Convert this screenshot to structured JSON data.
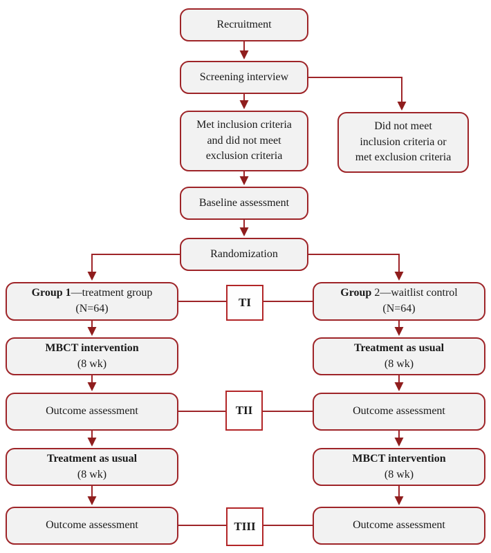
{
  "colors": {
    "box_border": "#9e2428",
    "tbox_border": "#b22527",
    "arrow": "#9e2428",
    "arrowhead": "#8f1d1d",
    "box_fill": "#f2f2f2",
    "text": "#1a1a1a"
  },
  "boxes": {
    "recruitment": {
      "label": "Recruitment"
    },
    "screening": {
      "label": "Screening interview"
    },
    "met_inclusion": {
      "lines": [
        "Met inclusion criteria",
        "and did not meet",
        "exclusion criteria"
      ]
    },
    "not_met": {
      "lines": [
        "Did not meet",
        "inclusion criteria or",
        "met exclusion criteria"
      ]
    },
    "baseline": {
      "label": "Baseline assessment"
    },
    "randomization": {
      "label": "Randomization"
    },
    "group1": {
      "bold": "Group 1",
      "regular": "—treatment group",
      "sub": "(N=64)"
    },
    "group2": {
      "bold": "Group",
      "regular": " 2—waitlist control",
      "sub": "(N=64)"
    },
    "mbct": {
      "bold": "MBCT intervention",
      "sub": "(8 wk)"
    },
    "tau": {
      "bold": "Treatment as usual",
      "sub": "(8 wk)"
    },
    "outcome": {
      "label": "Outcome assessment"
    }
  },
  "timepoints": {
    "t1": "TI",
    "t2": "TII",
    "t3": "TIII"
  }
}
